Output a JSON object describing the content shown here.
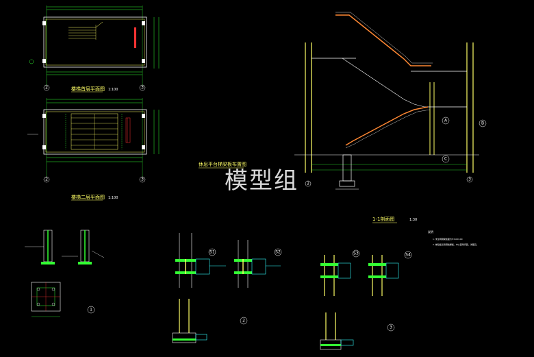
{
  "drawing": {
    "plan_first_floor_title": "楼梯首层平面图",
    "plan_first_floor_scale": "1:100",
    "plan_second_floor_title": "楼梯二层平面图",
    "plan_second_floor_scale": "1:100",
    "section_title": "1-1剖面图",
    "section_scale": "1:30",
    "stair_plan_title": "休息平台梯梁板布置图",
    "notes_title": "说明",
    "notes": [
      "1. 未注明钢梁截面为H150X100",
      "2. 梯段板采用钢格栅板，中心距等间距，详图见。"
    ],
    "axis_labels": [
      "2",
      "3",
      "2",
      "3",
      "2",
      "3",
      "A",
      "B",
      "C"
    ],
    "detail_labels": [
      "1",
      "2",
      "3"
    ],
    "callouts": [
      "S1",
      "S2",
      "S3",
      "S4"
    ],
    "watermark": "模型组"
  },
  "colors": {
    "background": "#000000",
    "white": "#ffffff",
    "green": "#33ff33",
    "yellow": "#ffff66",
    "red": "#ff3333",
    "cyan": "#33ffff",
    "orange": "#ff8833"
  }
}
